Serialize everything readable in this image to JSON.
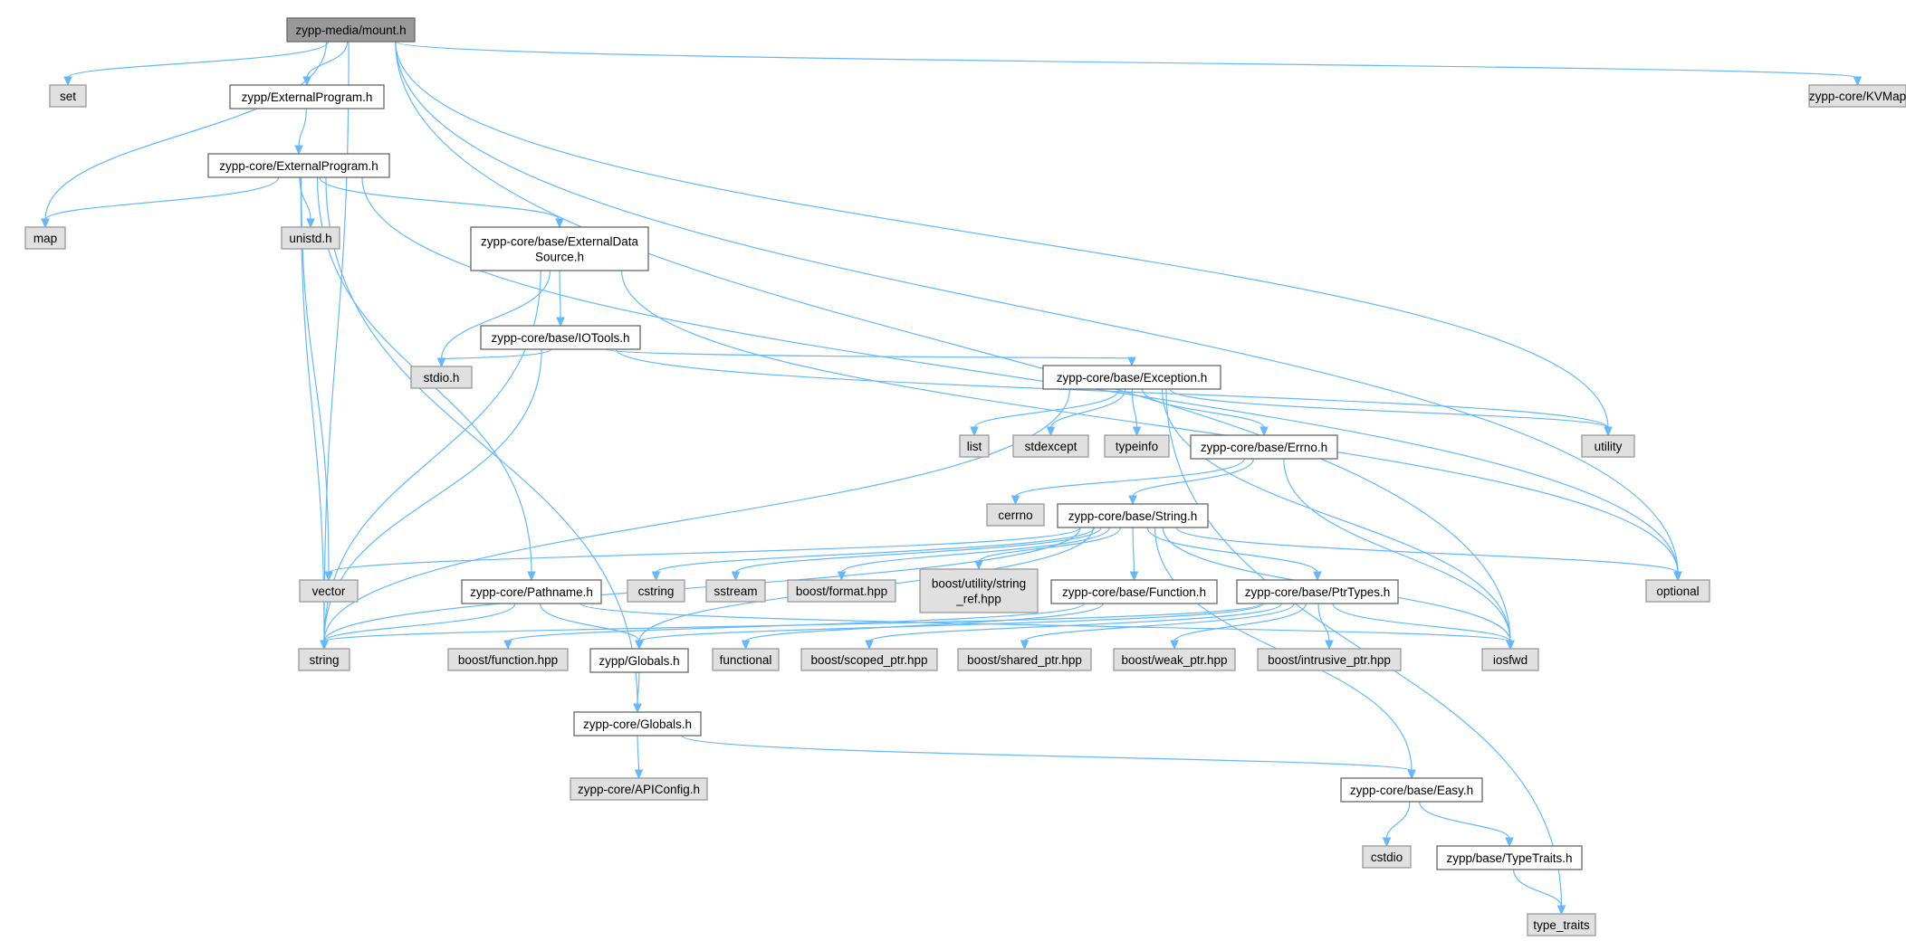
{
  "colors": {
    "root_fill": "#999999",
    "root_stroke": "#666666",
    "documented_fill": "#ffffff",
    "documented_stroke": "#666666",
    "external_fill": "#e0e0e0",
    "external_stroke": "#999999",
    "edge": "#63b8ff"
  },
  "nodes": [
    {
      "id": "mount_h",
      "label": "zypp-media/mount.h",
      "kind": "root"
    },
    {
      "id": "set",
      "label": "set",
      "kind": "external"
    },
    {
      "id": "zypp_ExternalProgram_h",
      "label": "zypp/ExternalProgram.h",
      "kind": "documented"
    },
    {
      "id": "zypp_core_KVMap",
      "label": "zypp-core/KVMap",
      "kind": "external"
    },
    {
      "id": "core_ExternalProgram_h",
      "label": "zypp-core/ExternalProgram.h",
      "kind": "documented"
    },
    {
      "id": "map",
      "label": "map",
      "kind": "external"
    },
    {
      "id": "unistd_h",
      "label": "unistd.h",
      "kind": "external"
    },
    {
      "id": "ExternalDataSource_h",
      "label": "zypp-core/base/ExternalData",
      "label2": "Source.h",
      "kind": "documented"
    },
    {
      "id": "IOTools_h",
      "label": "zypp-core/base/IOTools.h",
      "kind": "documented"
    },
    {
      "id": "stdio_h",
      "label": "stdio.h",
      "kind": "external"
    },
    {
      "id": "Exception_h",
      "label": "zypp-core/base/Exception.h",
      "kind": "documented"
    },
    {
      "id": "list",
      "label": "list",
      "kind": "external"
    },
    {
      "id": "stdexcept",
      "label": "stdexcept",
      "kind": "external"
    },
    {
      "id": "typeinfo",
      "label": "typeinfo",
      "kind": "external"
    },
    {
      "id": "Errno_h",
      "label": "zypp-core/base/Errno.h",
      "kind": "documented"
    },
    {
      "id": "utility",
      "label": "utility",
      "kind": "external"
    },
    {
      "id": "cerrno",
      "label": "cerrno",
      "kind": "external"
    },
    {
      "id": "String_h",
      "label": "zypp-core/base/String.h",
      "kind": "documented"
    },
    {
      "id": "vector",
      "label": "vector",
      "kind": "external"
    },
    {
      "id": "Pathname_h",
      "label": "zypp-core/Pathname.h",
      "kind": "documented"
    },
    {
      "id": "cstring",
      "label": "cstring",
      "kind": "external"
    },
    {
      "id": "sstream",
      "label": "sstream",
      "kind": "external"
    },
    {
      "id": "boost_format",
      "label": "boost/format.hpp",
      "kind": "external"
    },
    {
      "id": "boost_string_ref",
      "label": "boost/utility/string",
      "label2": "_ref.hpp",
      "kind": "external"
    },
    {
      "id": "Function_h",
      "label": "zypp-core/base/Function.h",
      "kind": "documented"
    },
    {
      "id": "PtrTypes_h",
      "label": "zypp-core/base/PtrTypes.h",
      "kind": "documented"
    },
    {
      "id": "optional",
      "label": "optional",
      "kind": "external"
    },
    {
      "id": "string",
      "label": "string",
      "kind": "external"
    },
    {
      "id": "boost_function",
      "label": "boost/function.hpp",
      "kind": "external"
    },
    {
      "id": "zypp_Globals_h",
      "label": "zypp/Globals.h",
      "kind": "documented"
    },
    {
      "id": "functional",
      "label": "functional",
      "kind": "external"
    },
    {
      "id": "boost_scoped_ptr",
      "label": "boost/scoped_ptr.hpp",
      "kind": "external"
    },
    {
      "id": "boost_shared_ptr",
      "label": "boost/shared_ptr.hpp",
      "kind": "external"
    },
    {
      "id": "boost_weak_ptr",
      "label": "boost/weak_ptr.hpp",
      "kind": "external"
    },
    {
      "id": "boost_intrusive_ptr",
      "label": "boost/intrusive_ptr.hpp",
      "kind": "external"
    },
    {
      "id": "iosfwd",
      "label": "iosfwd",
      "kind": "external"
    },
    {
      "id": "core_Globals_h",
      "label": "zypp-core/Globals.h",
      "kind": "documented"
    },
    {
      "id": "APIConfig_h",
      "label": "zypp-core/APIConfig.h",
      "kind": "external"
    },
    {
      "id": "Easy_h",
      "label": "zypp-core/base/Easy.h",
      "kind": "documented"
    },
    {
      "id": "cstdio",
      "label": "cstdio",
      "kind": "external"
    },
    {
      "id": "TypeTraits_h",
      "label": "zypp/base/TypeTraits.h",
      "kind": "documented"
    },
    {
      "id": "type_traits",
      "label": "type_traits",
      "kind": "external"
    }
  ],
  "edges": [
    [
      "mount_h",
      "set"
    ],
    [
      "mount_h",
      "map"
    ],
    [
      "mount_h",
      "zypp_ExternalProgram_h"
    ],
    [
      "mount_h",
      "string"
    ],
    [
      "mount_h",
      "utility"
    ],
    [
      "mount_h",
      "optional"
    ],
    [
      "mount_h",
      "iosfwd"
    ],
    [
      "mount_h",
      "zypp_core_KVMap"
    ],
    [
      "zypp_ExternalProgram_h",
      "core_ExternalProgram_h"
    ],
    [
      "core_ExternalProgram_h",
      "map"
    ],
    [
      "core_ExternalProgram_h",
      "unistd_h"
    ],
    [
      "core_ExternalProgram_h",
      "ExternalDataSource_h"
    ],
    [
      "core_ExternalProgram_h",
      "vector"
    ],
    [
      "core_ExternalProgram_h",
      "string"
    ],
    [
      "core_ExternalProgram_h",
      "Pathname_h"
    ],
    [
      "core_ExternalProgram_h",
      "core_Globals_h"
    ],
    [
      "core_ExternalProgram_h",
      "optional"
    ],
    [
      "ExternalDataSource_h",
      "stdio_h"
    ],
    [
      "ExternalDataSource_h",
      "IOTools_h"
    ],
    [
      "ExternalDataSource_h",
      "string"
    ],
    [
      "ExternalDataSource_h",
      "optional"
    ],
    [
      "IOTools_h",
      "stdio_h"
    ],
    [
      "IOTools_h",
      "string"
    ],
    [
      "IOTools_h",
      "Exception_h"
    ],
    [
      "IOTools_h",
      "utility"
    ],
    [
      "Exception_h",
      "list"
    ],
    [
      "Exception_h",
      "stdexcept"
    ],
    [
      "Exception_h",
      "typeinfo"
    ],
    [
      "Exception_h",
      "Errno_h"
    ],
    [
      "Exception_h",
      "utility"
    ],
    [
      "Exception_h",
      "string"
    ],
    [
      "Exception_h",
      "iosfwd"
    ],
    [
      "Exception_h",
      "type_traits"
    ],
    [
      "Errno_h",
      "cerrno"
    ],
    [
      "Errno_h",
      "String_h"
    ],
    [
      "Errno_h",
      "iosfwd"
    ],
    [
      "String_h",
      "vector"
    ],
    [
      "String_h",
      "string"
    ],
    [
      "String_h",
      "cstring"
    ],
    [
      "String_h",
      "sstream"
    ],
    [
      "String_h",
      "boost_format"
    ],
    [
      "String_h",
      "boost_string_ref"
    ],
    [
      "String_h",
      "Function_h"
    ],
    [
      "String_h",
      "PtrTypes_h"
    ],
    [
      "String_h",
      "iosfwd"
    ],
    [
      "String_h",
      "optional"
    ],
    [
      "String_h",
      "Easy_h"
    ],
    [
      "String_h",
      "zypp_Globals_h"
    ],
    [
      "Pathname_h",
      "string"
    ],
    [
      "Pathname_h",
      "zypp_Globals_h"
    ],
    [
      "Pathname_h",
      "iosfwd"
    ],
    [
      "Function_h",
      "boost_function"
    ],
    [
      "Function_h",
      "functional"
    ],
    [
      "PtrTypes_h",
      "string"
    ],
    [
      "PtrTypes_h",
      "boost_scoped_ptr"
    ],
    [
      "PtrTypes_h",
      "boost_shared_ptr"
    ],
    [
      "PtrTypes_h",
      "boost_weak_ptr"
    ],
    [
      "PtrTypes_h",
      "boost_intrusive_ptr"
    ],
    [
      "PtrTypes_h",
      "iosfwd"
    ],
    [
      "PtrTypes_h",
      "zypp_Globals_h"
    ],
    [
      "zypp_Globals_h",
      "core_Globals_h"
    ],
    [
      "core_Globals_h",
      "APIConfig_h"
    ],
    [
      "core_Globals_h",
      "Easy_h"
    ],
    [
      "Easy_h",
      "cstdio"
    ],
    [
      "Easy_h",
      "TypeTraits_h"
    ],
    [
      "TypeTraits_h",
      "type_traits"
    ]
  ]
}
